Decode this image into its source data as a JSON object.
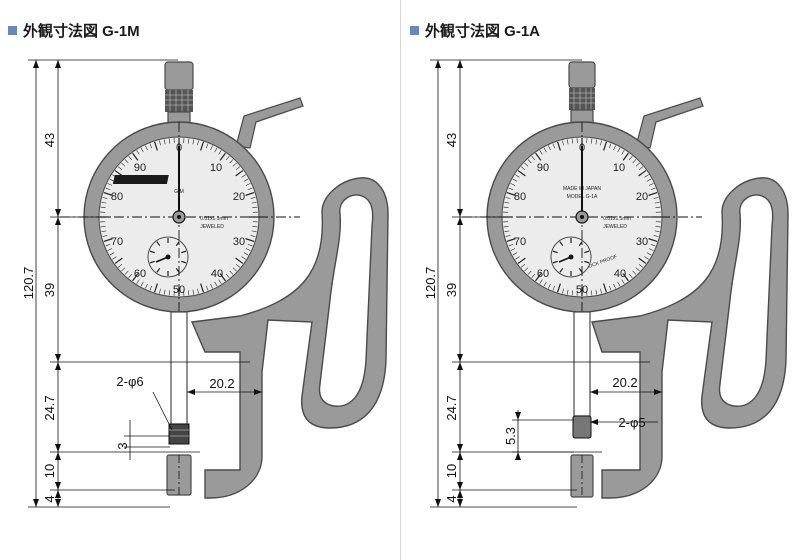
{
  "left": {
    "title": "外観寸法図 G-1M",
    "dims": {
      "total": "120.7",
      "top": "43",
      "mid": "39",
      "lower": "24.7",
      "base": "10",
      "bottom": "4",
      "spindle": "3",
      "throat": "20.2",
      "contact": "2-φ6"
    },
    "dial": {
      "n0": "0",
      "n10": "10",
      "n20": "20",
      "n30": "30",
      "n40": "40",
      "n50": "50",
      "n60": "60",
      "n70": "70",
      "n80": "80",
      "n90": "90",
      "model": "G-M",
      "res": "0.01x1.1mm",
      "jewel": "JEWELED"
    }
  },
  "right": {
    "title": "外観寸法図 G-1A",
    "dims": {
      "total": "120.7",
      "top": "43",
      "mid": "39",
      "lower": "24.7",
      "base": "10",
      "bottom": "4",
      "spindle": "5.3",
      "throat": "20.2",
      "contact": "2-φ5"
    },
    "dial": {
      "n0": "0",
      "n10": "10",
      "n20": "20",
      "n30": "30",
      "n40": "40",
      "n50": "50",
      "n60": "60",
      "n70": "70",
      "n80": "80",
      "n90": "90",
      "made": "MADE IN JAPAN",
      "model": "MODEL G-1A",
      "res": "0.01x1.1mm",
      "jewel": "JEWELED",
      "shock": "SHOCK PROOF"
    }
  },
  "colors": {
    "frame": "#9a9a9a",
    "frame_edge": "#4a4a4a",
    "dial_face": "#ececec",
    "bullet": "#6b87b8"
  }
}
